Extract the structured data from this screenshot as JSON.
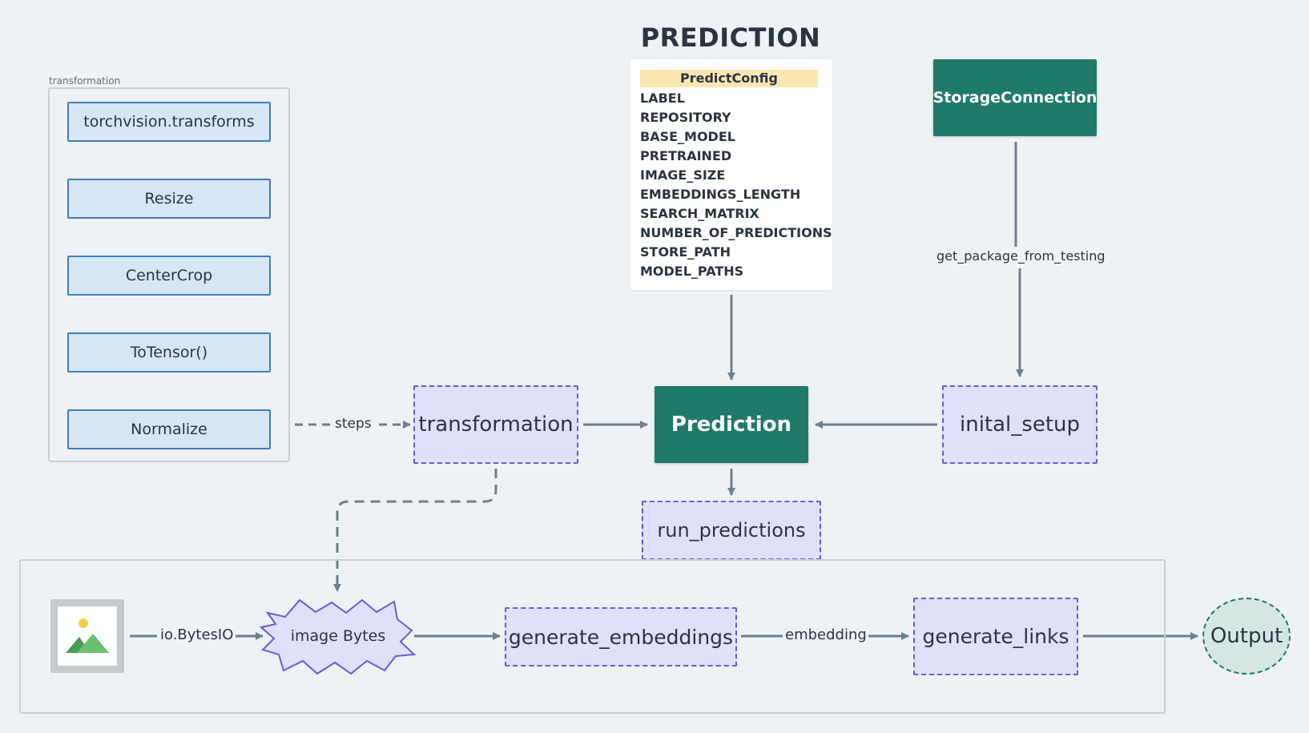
{
  "title": "PREDICTION",
  "transformation_group": {
    "label": "transformation",
    "steps": [
      "torchvision.transforms",
      "Resize",
      "CenterCrop",
      "ToTensor()",
      "Normalize"
    ]
  },
  "predict_config": {
    "header": "PredictConfig",
    "fields": [
      "LABEL",
      "REPOSITORY",
      "BASE_MODEL",
      "PRETRAINED",
      "IMAGE_SIZE",
      "EMBEDDINGS_LENGTH",
      "SEARCH_MATRIX",
      "NUMBER_OF_PREDICTIONS",
      "STORE_PATH",
      "MODEL_PATHS"
    ]
  },
  "nodes": {
    "storage_connection": "StorageConnection",
    "prediction": "Prediction",
    "transformation": "transformation",
    "inital_setup": "inital_setup",
    "run_predictions": "run_predictions",
    "image_bytes": "image Bytes",
    "generate_embeddings": "generate_embeddings",
    "generate_links": "generate_links",
    "output": "Output"
  },
  "edge_labels": {
    "steps": "steps",
    "get_package": "get_package_from_testing",
    "io_bytes": "io.BytesIO",
    "embedding": "embedding"
  },
  "icons": {
    "input_image": "image-icon"
  },
  "colors": {
    "background": "#eff2f5",
    "green": "#1f7a68",
    "method_fill": "#e1e0fa",
    "method_border": "#6a58e0",
    "step_fill": "#d6e6f5",
    "step_border": "#3f7ec2",
    "config_header": "#fbe8b0",
    "arrow": "#6e7f8d"
  }
}
